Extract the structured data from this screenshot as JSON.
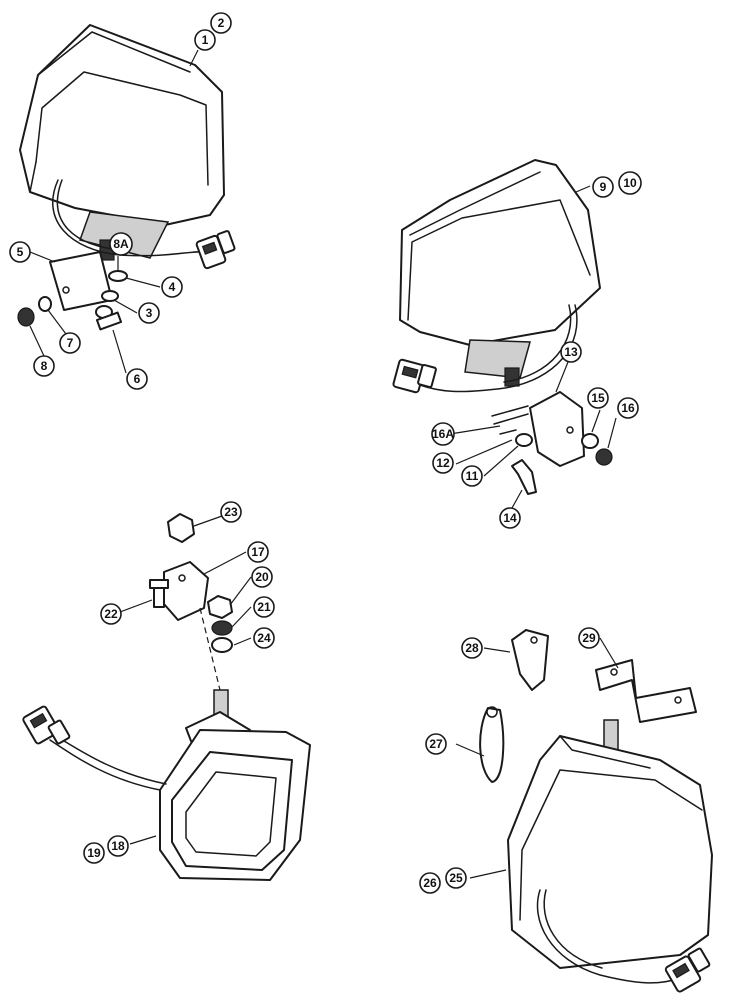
{
  "callouts": {
    "c1": "1",
    "c2": "2",
    "c3": "3",
    "c4": "4",
    "c5": "5",
    "c6": "6",
    "c7": "7",
    "c8": "8",
    "c8a": "8A",
    "c9": "9",
    "c10": "10",
    "c11": "11",
    "c12": "12",
    "c13": "13",
    "c14": "14",
    "c15": "15",
    "c16": "16",
    "c16a": "16A",
    "c17": "17",
    "c18": "18",
    "c19": "19",
    "c20": "20",
    "c21": "21",
    "c22": "22",
    "c23": "23",
    "c24": "24",
    "c25": "25",
    "c26": "26",
    "c27": "27",
    "c28": "28",
    "c29": "29"
  },
  "colors": {
    "line": "#1a1a1a",
    "background": "#ffffff",
    "shade": "#cfcfcf"
  }
}
